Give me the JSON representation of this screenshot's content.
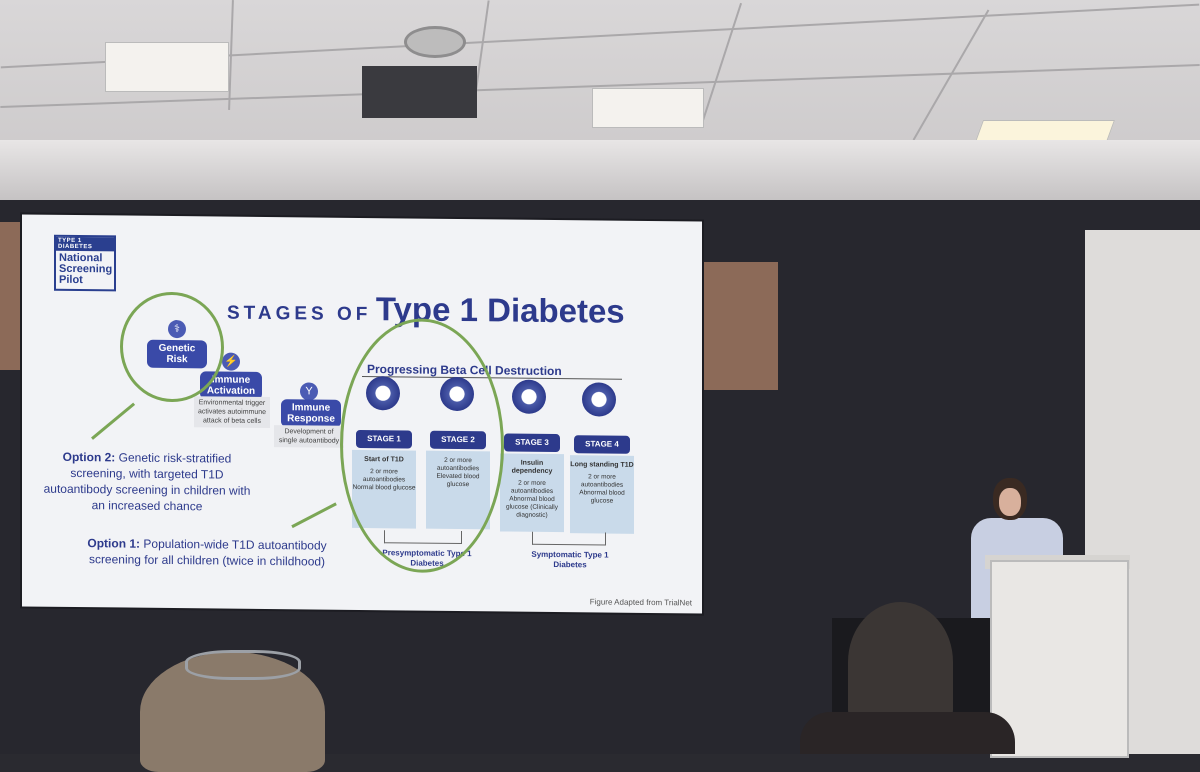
{
  "slide": {
    "logo": {
      "line1": "TYPE 1 DIABETES",
      "line2": "National",
      "line3": "Screening",
      "line4": "Pilot"
    },
    "title_prefix": "STAGES OF",
    "title_main": "Type 1 Diabetes",
    "nodes": {
      "genetic": "Genetic Risk",
      "immune_activation": "Immune Activation",
      "immune_activation_desc": "Environmental trigger activates autoimmune attack of beta cells",
      "immune_response": "Immune Response",
      "immune_response_desc": "Development of single autoantibody"
    },
    "progress_label": "Progressing Beta Cell Destruction",
    "stages": [
      {
        "label": "STAGE 1",
        "heading": "Start of T1D",
        "line1": "2 or more autoantibodies",
        "line2": "Normal blood glucose"
      },
      {
        "label": "STAGE 2",
        "heading": "",
        "line1": "2 or more autoantibodies",
        "line2": "Elevated blood glucose"
      },
      {
        "label": "STAGE 3",
        "heading": "Insulin dependency",
        "line1": "2 or more autoantibodies",
        "line2": "Abnormal blood glucose (Clinically diagnostic)"
      },
      {
        "label": "STAGE 4",
        "heading": "Long standing T1D",
        "line1": "2 or more autoantibodies",
        "line2": "Abnormal blood glucose"
      }
    ],
    "presymptomatic": "Presymptomatic Type 1 Diabetes",
    "symptomatic": "Symptomatic Type 1 Diabetes",
    "option2_label": "Option 2:",
    "option2_text": "Genetic risk-stratified screening, with targeted T1D autoantibody screening in children with an increased chance",
    "option1_label": "Option 1:",
    "option1_text": "Population-wide T1D autoantibody screening for all children (twice in childhood)",
    "figure_credit": "Figure Adapted from TrialNet"
  }
}
